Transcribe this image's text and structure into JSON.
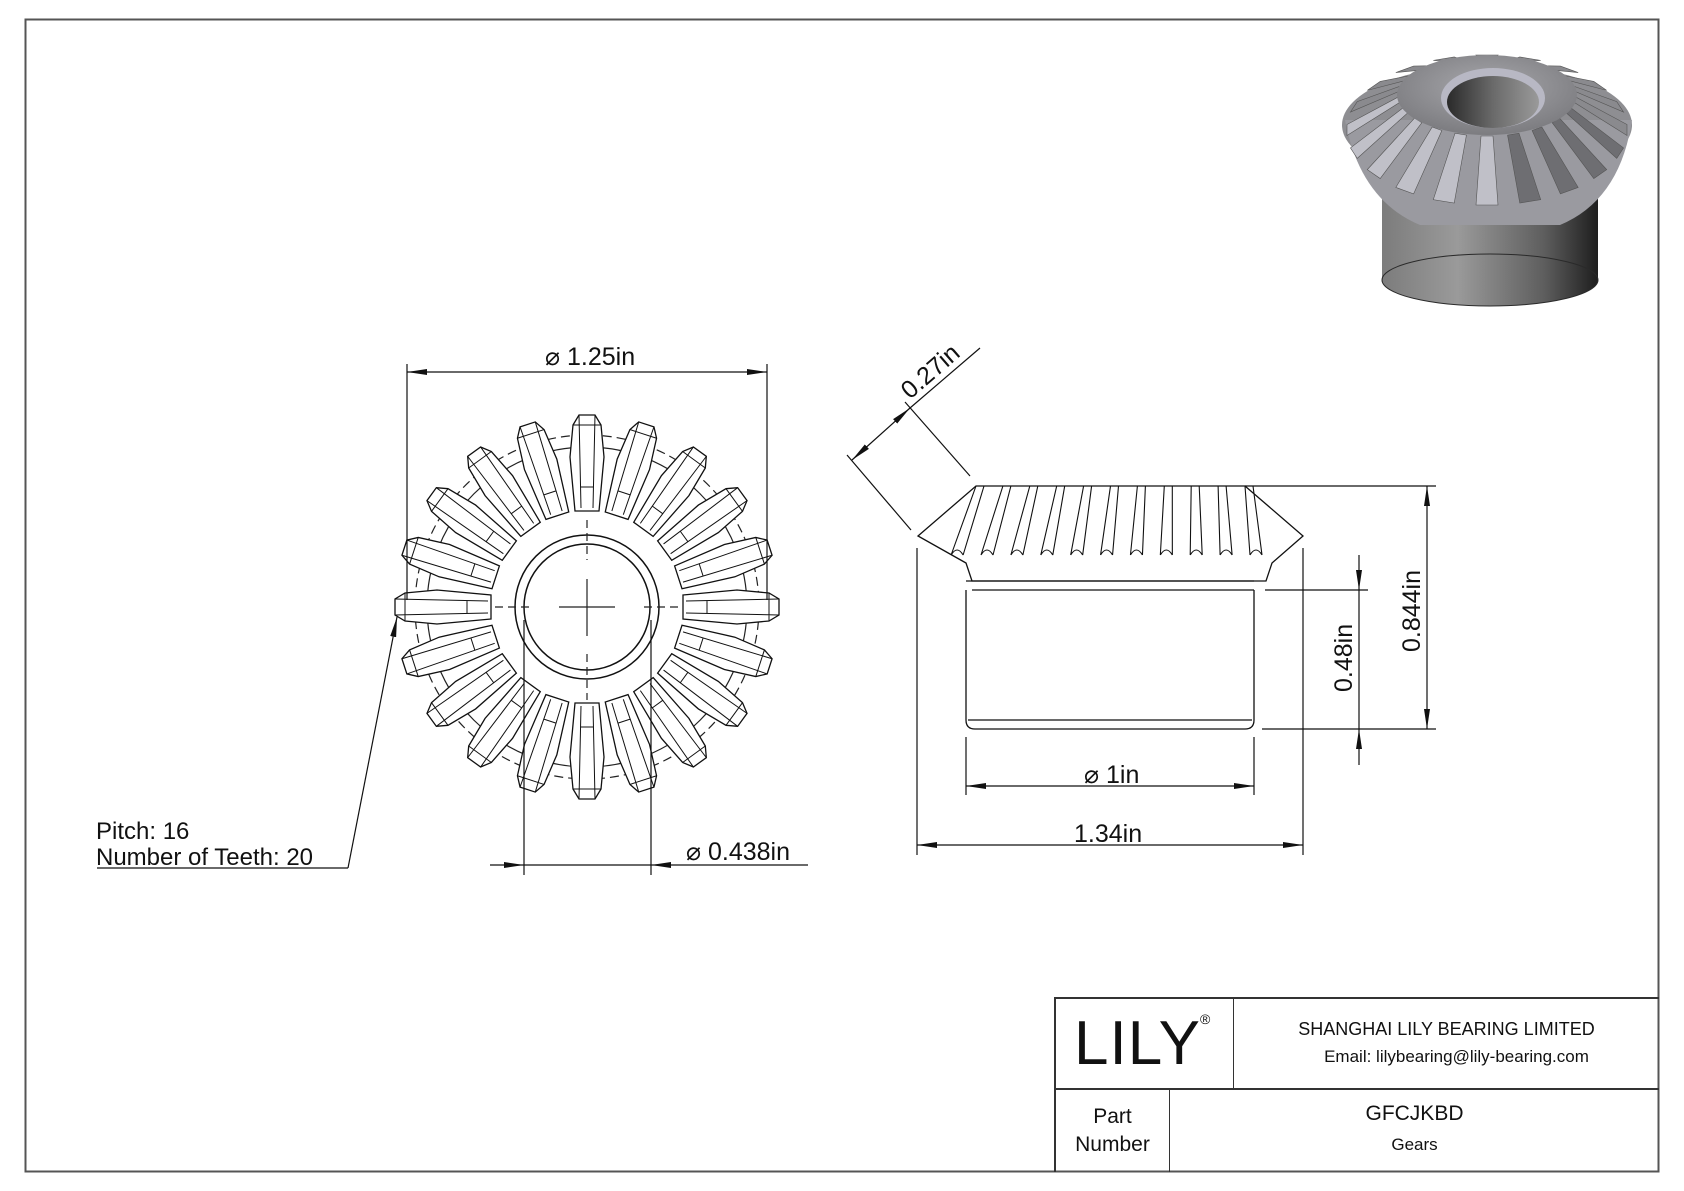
{
  "drawing": {
    "front_view": {
      "outer_diameter_label": "⌀ 1.25in",
      "bore_diameter_label": "⌀ 0.438in",
      "note": {
        "pitch": "Pitch: 16",
        "teeth": "Number of Teeth: 20"
      }
    },
    "side_view": {
      "face_width_label": "0.27in",
      "overall_height_label": "0.844in",
      "hub_length_label": "0.48in",
      "hub_diameter_label": "⌀ 1in",
      "overall_width_label": "1.34in"
    },
    "iso_view": {
      "description": "3D shaded rendering of bevel gear"
    }
  },
  "title_block": {
    "logo": "LILY",
    "logo_mark": "®",
    "company": "SHANGHAI LILY BEARING LIMITED",
    "email": "Email: lilybearing@lily-bearing.com",
    "part_label_line1": "Part",
    "part_label_line2": "Number",
    "part_number": "GFCJKBD",
    "category": "Gears"
  },
  "colors": {
    "line": "#111111",
    "frame": "#555555",
    "render_light": "#b8b8c0",
    "render_mid": "#8a8a8a",
    "render_dark": "#3a3a3a"
  }
}
